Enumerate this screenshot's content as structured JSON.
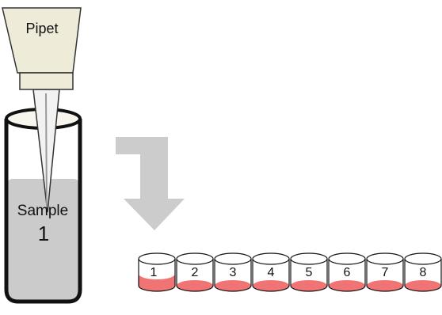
{
  "pipet": {
    "label": "Pipet"
  },
  "tube": {
    "label_line1": "Sample",
    "label_line2": "1"
  },
  "wells": {
    "labels": [
      "1",
      "2",
      "3",
      "4",
      "5",
      "6",
      "7",
      "8"
    ]
  },
  "colors": {
    "pipet_body": "#efebd9",
    "sample_fill": "#cbcbcb",
    "well_liquid": "#f07474",
    "arrow": "#cccccc",
    "outline": "#111111"
  }
}
